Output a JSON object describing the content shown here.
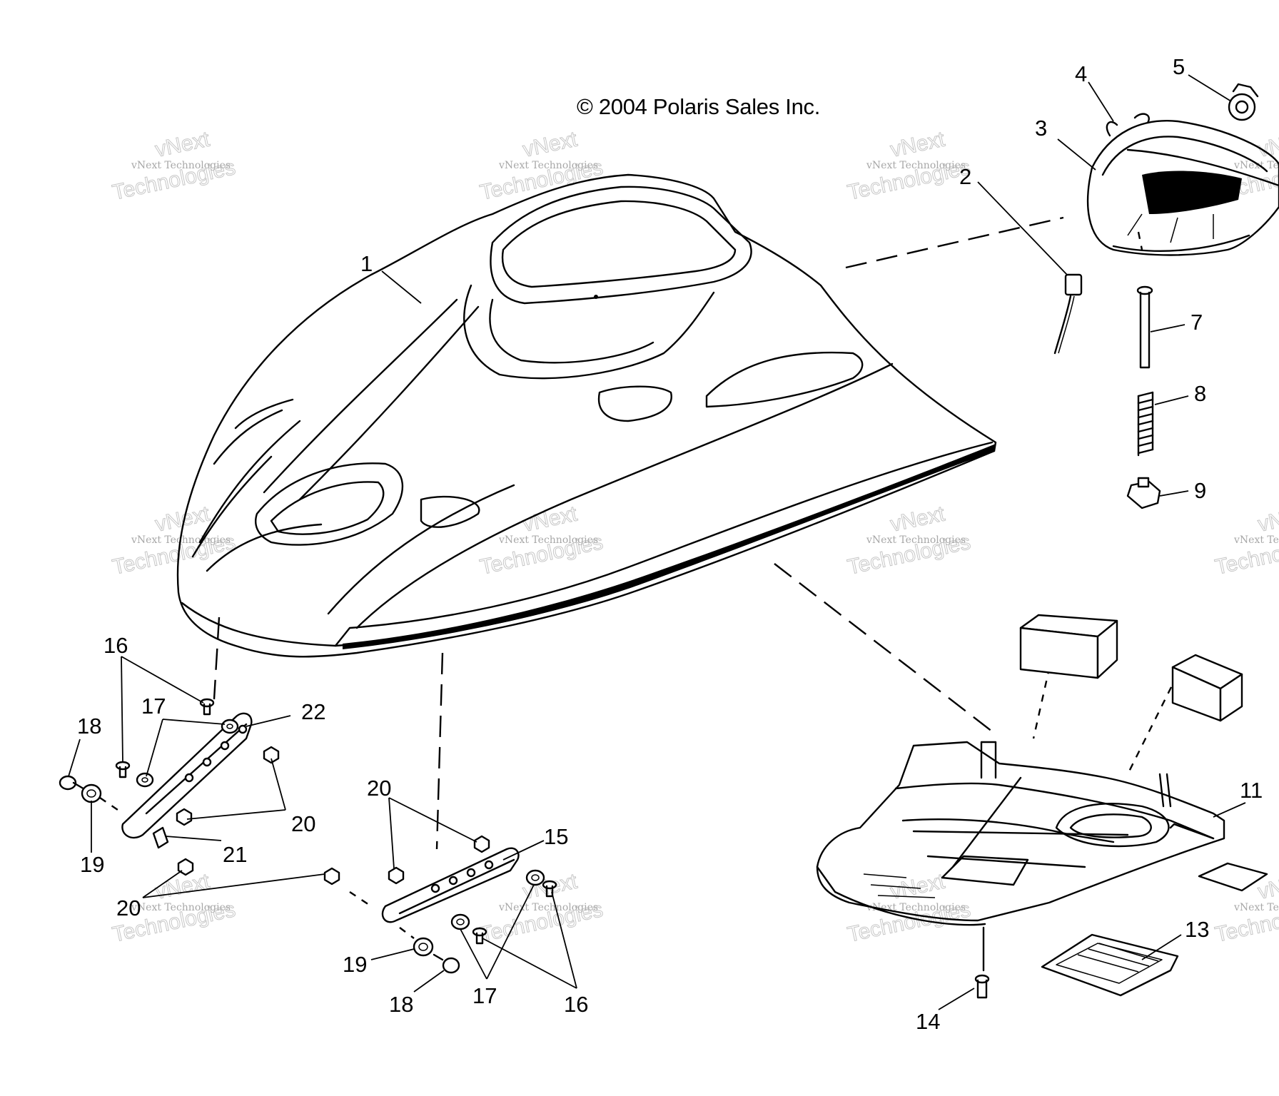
{
  "copyright": "© 2004 Polaris Sales Inc.",
  "watermark": {
    "line1": "vNext",
    "line2": "vNext Technologies",
    "line3": "Technologies"
  },
  "callouts": [
    {
      "id": "c1",
      "label": "1"
    },
    {
      "id": "c2",
      "label": "2"
    },
    {
      "id": "c3",
      "label": "3"
    },
    {
      "id": "c4",
      "label": "4"
    },
    {
      "id": "c5",
      "label": "5"
    },
    {
      "id": "c7",
      "label": "7"
    },
    {
      "id": "c8",
      "label": "8"
    },
    {
      "id": "c9",
      "label": "9"
    },
    {
      "id": "c11",
      "label": "11"
    },
    {
      "id": "c13",
      "label": "13"
    },
    {
      "id": "c14",
      "label": "14"
    },
    {
      "id": "c15",
      "label": "15"
    },
    {
      "id": "c16a",
      "label": "16"
    },
    {
      "id": "c16b",
      "label": "16"
    },
    {
      "id": "c17a",
      "label": "17"
    },
    {
      "id": "c17b",
      "label": "17"
    },
    {
      "id": "c18a",
      "label": "18"
    },
    {
      "id": "c18b",
      "label": "18"
    },
    {
      "id": "c19a",
      "label": "19"
    },
    {
      "id": "c19b",
      "label": "19"
    },
    {
      "id": "c20a",
      "label": "20"
    },
    {
      "id": "c20b",
      "label": "20"
    },
    {
      "id": "c20c",
      "label": "20"
    },
    {
      "id": "c21",
      "label": "21"
    },
    {
      "id": "c22",
      "label": "22"
    }
  ]
}
